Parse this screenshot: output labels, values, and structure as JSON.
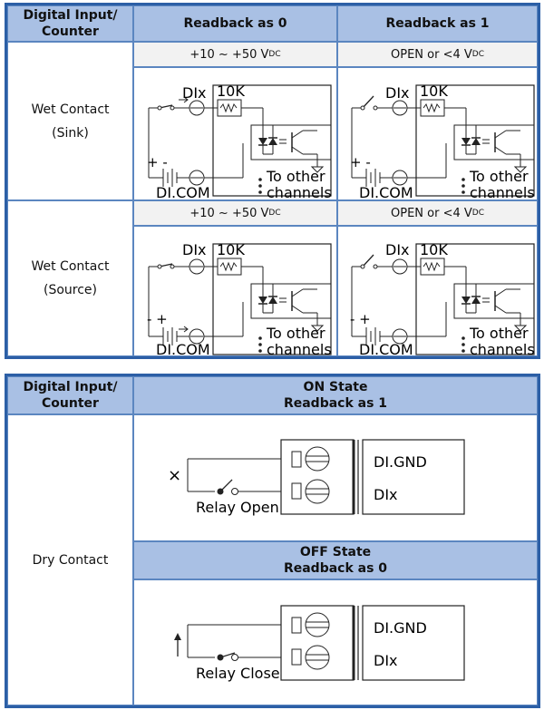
{
  "wet_table": {
    "header": {
      "col1_line1": "Digital Input/",
      "col1_line2": "Counter",
      "col2": "Readback as 0",
      "col3": "Readback as 1"
    },
    "voltage_on": "+10 ~ +50 V",
    "voltage_off": "OPEN or <4 V",
    "voltage_sub": "DC",
    "rows": [
      {
        "line1": "Wet Contact",
        "line2": "(Sink)"
      },
      {
        "line1": "Wet Contact",
        "line2": "(Source)"
      }
    ],
    "circuit": {
      "dix": "DIx",
      "resistor": "10K",
      "dicom": "DI.COM",
      "to_other": "To other",
      "channels": "channels",
      "sink_pol": "+  -",
      "source_pol": "-  +"
    }
  },
  "dry_table": {
    "header": {
      "col1_line1": "Digital Input/",
      "col1_line2": "Counter",
      "on_line1": "ON State",
      "on_line2": "Readback as 1",
      "off_line1": "OFF State",
      "off_line2": "Readback as 0"
    },
    "row_label": "Dry Contact",
    "terminal_gnd": "DI.GND",
    "terminal_dix": "DIx",
    "relay_open": "Relay Open",
    "relay_close": "Relay Close",
    "open_mark": "×"
  },
  "colors": {
    "border": "#2c5fa6",
    "header_bg": "#a9c0e4",
    "sub_bg": "#f2f2f2"
  }
}
